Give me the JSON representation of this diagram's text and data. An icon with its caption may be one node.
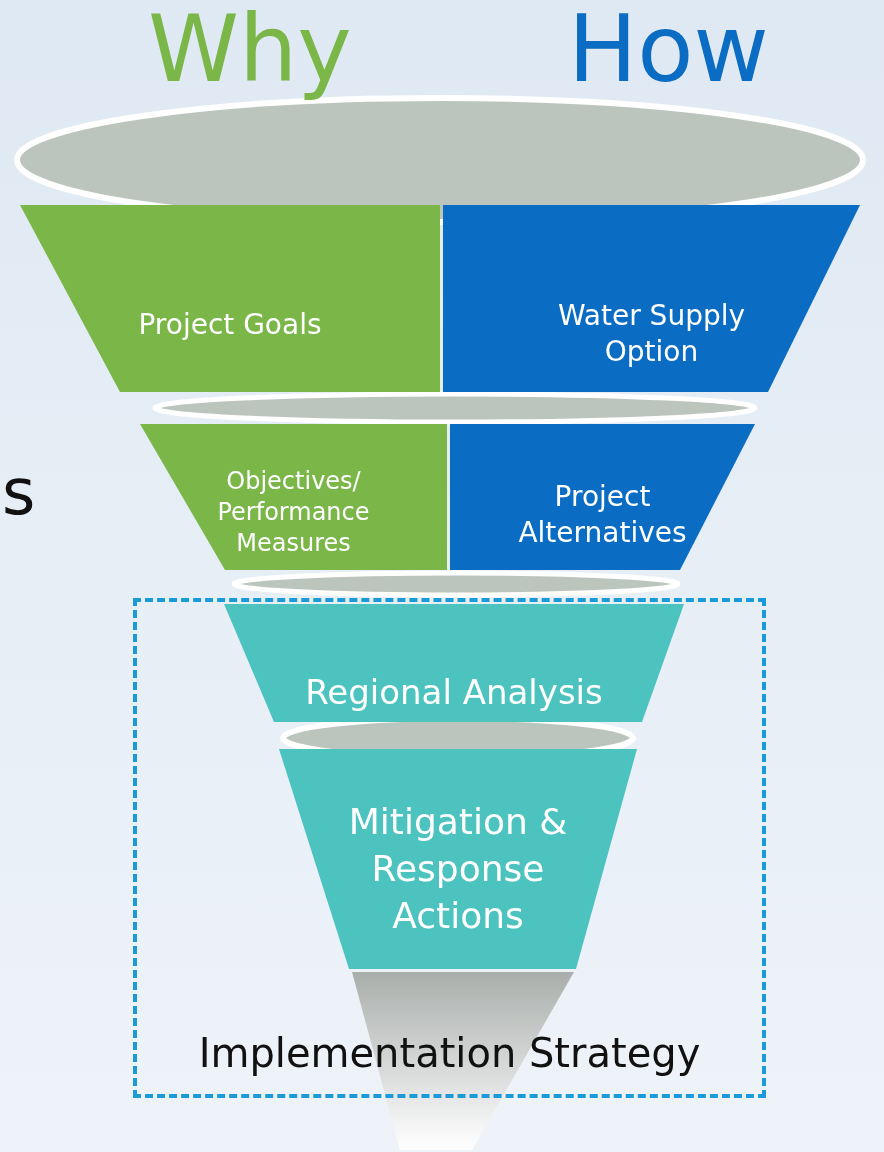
{
  "diagram": {
    "nodes": [
      {
        "text": [
          "Project Goals"
        ]
      },
      {
        "text": [
          "Water Supply Option"
        ]
      },
      {
        "text": [
          "Objectives/ Performance Measures"
        ]
      },
      {
        "text": [
          "Project Alternatives"
        ]
      },
      {
        "text": [
          "Implementation Strategy"
        ]
      },
      {
        "text": [
          "Regional Analysis"
        ],
        "in": 4
      },
      {
        "text": [
          "Mitigation & Response Actions"
        ],
        "in": 4
      }
    ],
    "labels": [
      "Why",
      "How",
      "s"
    ]
  }
}
